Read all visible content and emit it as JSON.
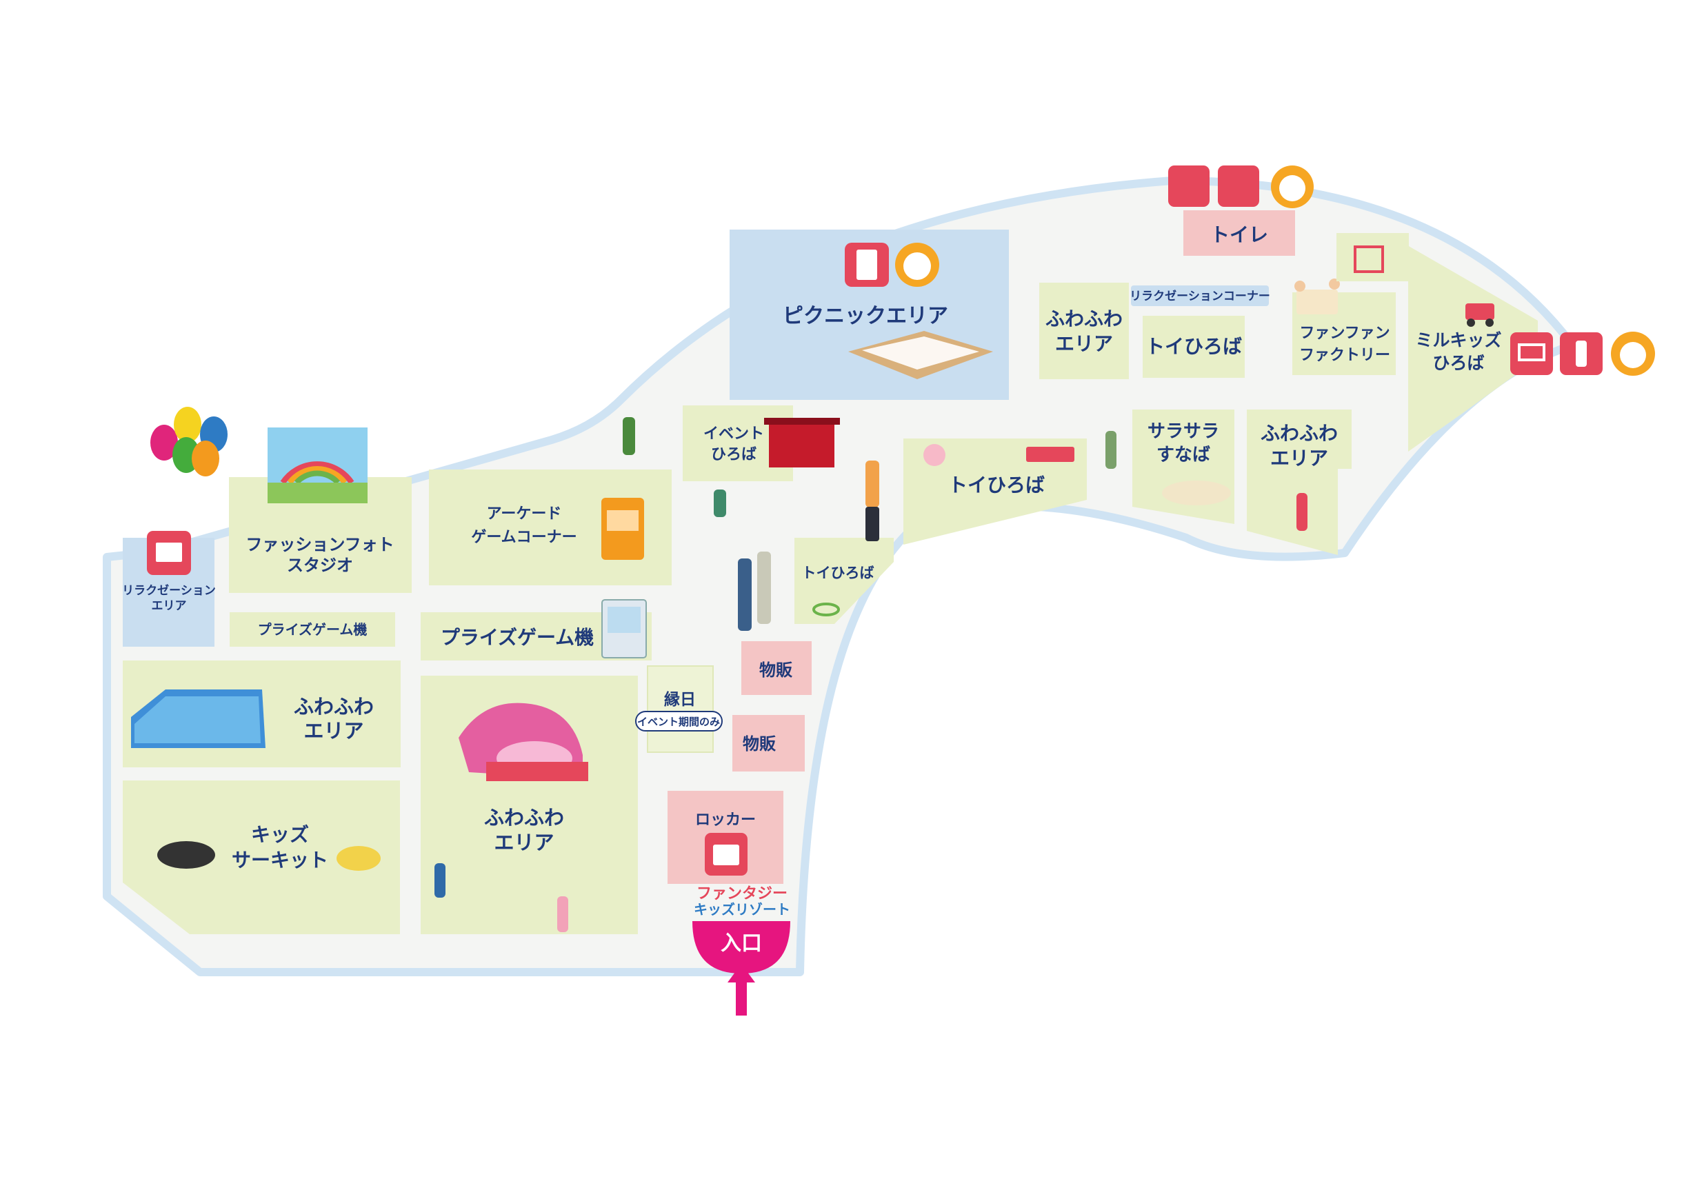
{
  "colors": {
    "outline": "#cfe3f3",
    "floor": "#f4f5f3",
    "zone": "#e8efc8",
    "blue_zone": "#c9def0",
    "pink_zone": "#f4c5c5",
    "icon_red": "#e5475b",
    "icon_orange": "#f6a623",
    "entrance": "#e6157f",
    "text": "#1f3a7a"
  },
  "areas": {
    "picnic": "ピクニックエリア",
    "toilet": "トイレ",
    "relax_corner": "リラクゼーションコーナー",
    "fuwa_top_l1": "ふわふわ",
    "fuwa_top_l2": "エリア",
    "toy_top": "トイひろば",
    "funfan_l1": "ファンファン",
    "funfan_l2": "ファクトリー",
    "milkids_l1": "ミルキッズ",
    "milkids_l2": "ひろば",
    "event_l1": "イベント",
    "event_l2": "ひろば",
    "toy_mid": "トイひろば",
    "sand_l1": "サラサラ",
    "sand_l2": "すなば",
    "fuwa_right_l1": "ふわふわ",
    "fuwa_right_l2": "エリア",
    "arcade_l1": "アーケード",
    "arcade_l2": "ゲームコーナー",
    "toy_small": "トイひろば",
    "fashion_l1": "ファッションフォト",
    "fashion_l2": "スタジオ",
    "relax_area_l1": "リラクゼーション",
    "relax_area_l2": "エリア",
    "prize_small": "プライズゲーム機",
    "prize_large": "プライズゲーム機",
    "fuwa_left_l1": "ふわふわ",
    "fuwa_left_l2": "エリア",
    "kids_l1": "キッズ",
    "kids_l2": "サーキット",
    "fuwa_center_l1": "ふわふわ",
    "fuwa_center_l2": "エリア",
    "ennichi": "縁日",
    "event_only": "イベント期間のみ",
    "shop1": "物販",
    "shop2": "物販",
    "locker": "ロッカー",
    "entrance": "入口"
  },
  "logo": {
    "line1": "ファンタジー",
    "line2": "キッズリゾート"
  },
  "icons": [
    "restroom-icon",
    "accessible-restroom-icon",
    "baby-face-icon",
    "vending-machine-icon",
    "crib-icon",
    "baby-bottle-icon",
    "book-icon",
    "locker-key-icon"
  ]
}
